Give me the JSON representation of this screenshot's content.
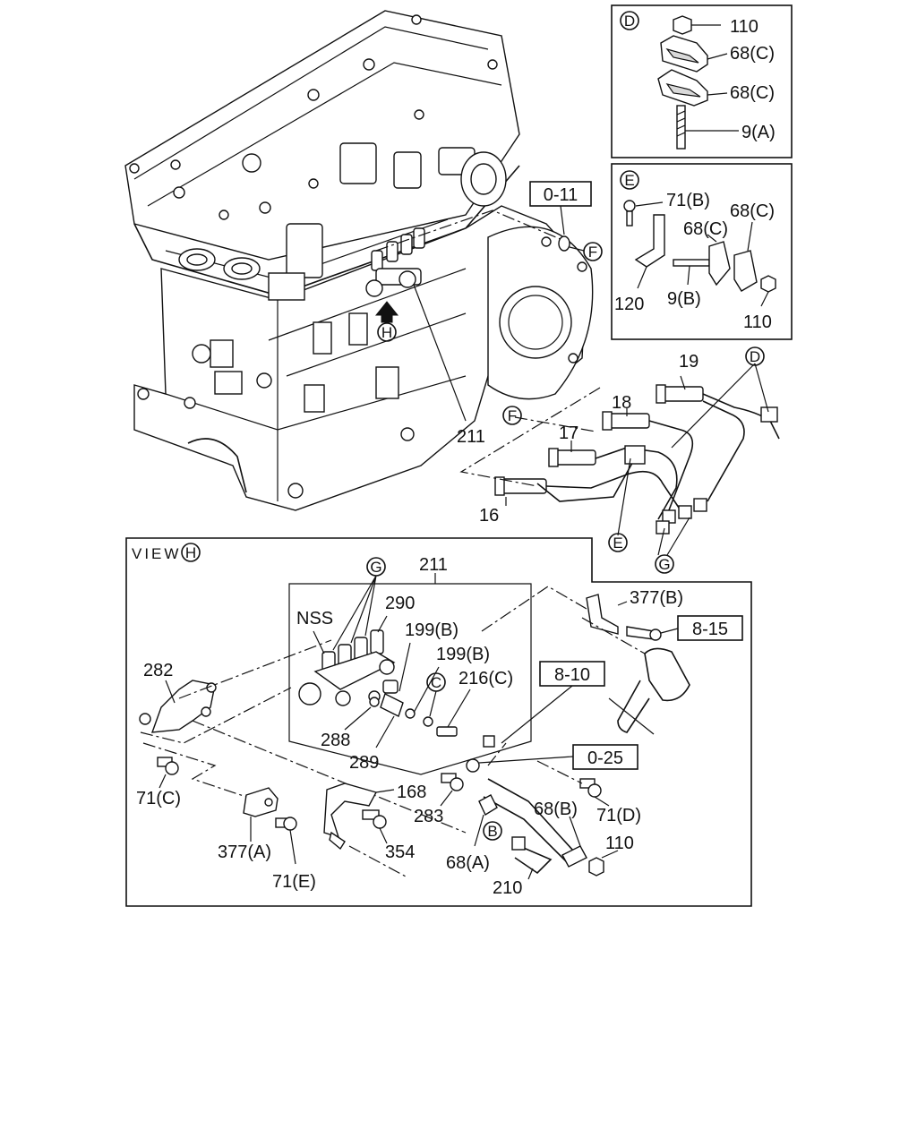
{
  "detail_d": {
    "marker": "D",
    "labels": [
      "110",
      "68(C)",
      "68(C)",
      "9(A)"
    ]
  },
  "detail_e": {
    "marker": "E",
    "labels": [
      "71(B)",
      "68(C)",
      "68(C)",
      "120",
      "9(B)",
      "110"
    ]
  },
  "engine": {
    "ref_box": "0-11",
    "labels": [
      "211",
      "19",
      "18",
      "17",
      "16"
    ],
    "markers": [
      "F",
      "F",
      "H",
      "D",
      "E",
      "G"
    ]
  },
  "view_h": {
    "title": "VIEW",
    "title_marker": "H",
    "ref_boxes": [
      "8-15",
      "8-10",
      "0-25"
    ],
    "labels": [
      "211",
      "290",
      "NSS",
      "199(B)",
      "199(B)",
      "216(C)",
      "377(B)",
      "282",
      "288",
      "289",
      "71(C)",
      "168",
      "283",
      "68(B)",
      "71(D)",
      "110",
      "377(A)",
      "354",
      "71(E)",
      "68(A)",
      "210"
    ],
    "markers": [
      "G",
      "C",
      "B"
    ]
  },
  "colors": {
    "ink": "#111111",
    "background": "#ffffff",
    "shade": "#d9d9d9"
  }
}
